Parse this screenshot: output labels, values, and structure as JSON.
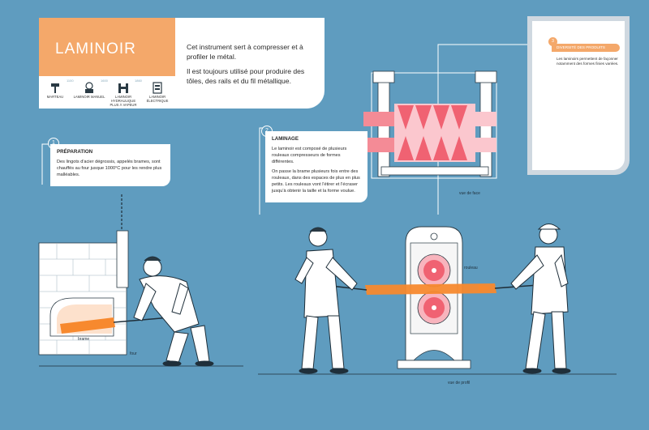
{
  "header": {
    "title": "LAMINOIR",
    "desc_1": "Cet instrument sert à compresser et à profiler le métal.",
    "desc_2": "Il est toujours utilisé pour produire des tôles, des rails et du fil métallique."
  },
  "timeline": {
    "steps": [
      {
        "label": "MARTEAU",
        "year": ""
      },
      {
        "label": "LAMINOIR MANUEL",
        "year": "1100"
      },
      {
        "label": "LAMINOIR HYDRAULIQUE PLUS À VAPEUR",
        "year": "1600"
      },
      {
        "label": "LAMINOIR ÉLECTRIQUE",
        "year": "1860"
      }
    ]
  },
  "preparation": {
    "number": "1",
    "heading": "PRÉPARATION",
    "text": "Des lingots d'acier dégrossis, appelés brames, sont chauffés au four jusque 1000°C pour les rendre plus malléables.",
    "label_brame": "brame",
    "label_four": "four"
  },
  "laminage": {
    "number": "2",
    "heading": "LAMINAGE",
    "text_1": "Le laminoir est composé de plusieurs rouleaux compresseurs de formes différentes.",
    "text_2": "On passe la brame plusieurs fois entre des rouleaux, dans des espaces de plus en plus petits. Les rouleaux vont l'étirer et l'écraser jusqu'à obtenir la taille et la forme voulue.",
    "label_rouleau": "rouleau",
    "label_vue_face": "vue de face",
    "label_vue_profil": "vue de profil"
  },
  "produits": {
    "number": "3",
    "heading": "DIVERSITÉ DES PRODUITS",
    "text": "Les laminoirs permettent de façonner notamment des formes finies variées."
  },
  "colors": {
    "background": "#5f9cbf",
    "accent_orange": "#f4a86a",
    "hot_orange": "#f7892e",
    "roller_red": "#f06272",
    "line_white": "#ffffff"
  }
}
